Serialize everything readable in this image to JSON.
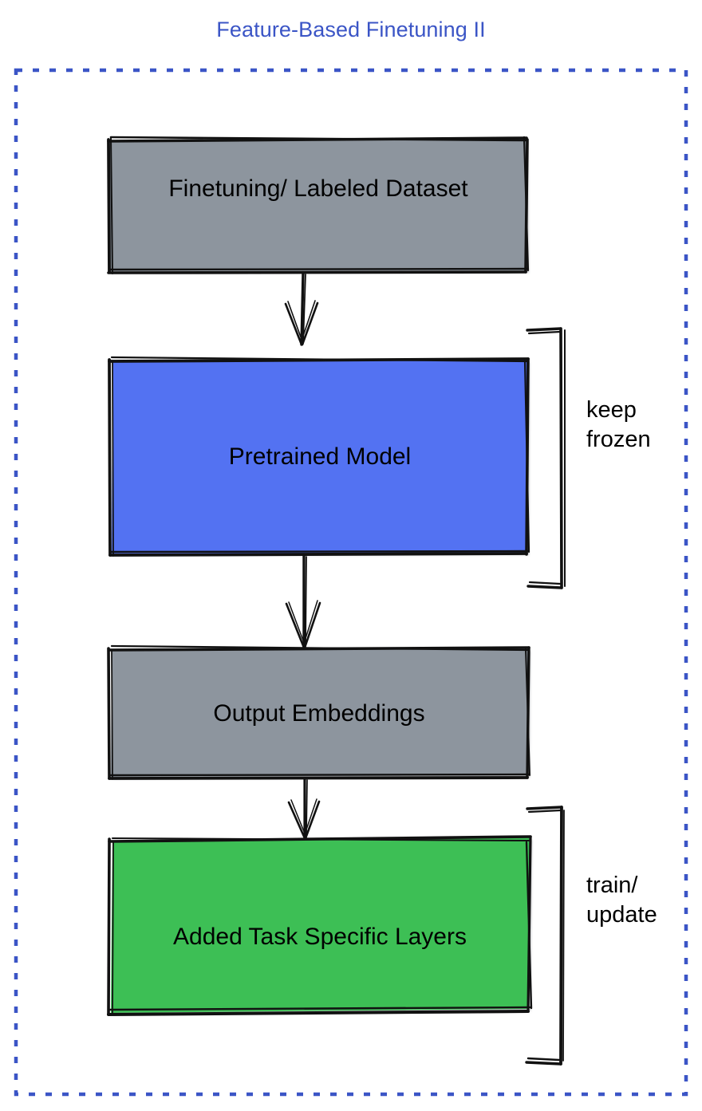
{
  "title": "Feature-Based Finetuning II",
  "colors": {
    "title_blue": "#3B55C6",
    "dashed_border_blue": "#3B55C6",
    "gray_fill": "#8D959E",
    "blue_fill": "#5272F2",
    "green_fill": "#3CBF54",
    "stroke_black": "#000000",
    "text_black": "#000000",
    "background": "#FFFFFF"
  },
  "nodes": [
    {
      "id": "dataset",
      "label": "Finetuning/ Labeled Dataset",
      "fill": "gray"
    },
    {
      "id": "pretrained-model",
      "label": "Pretrained Model",
      "fill": "blue"
    },
    {
      "id": "output-embeddings",
      "label": "Output Embeddings",
      "fill": "gray"
    },
    {
      "id": "task-layers",
      "label": "Added Task Specific Layers",
      "fill": "green"
    }
  ],
  "annotations": [
    {
      "id": "keep-frozen",
      "label": "keep\nfrozen",
      "target": "pretrained-model"
    },
    {
      "id": "train-update",
      "label": "train/\nupdate",
      "target": "task-layers"
    }
  ],
  "connectors": [
    {
      "id": "arrow-dataset-to-model",
      "from": "dataset",
      "to": "pretrained-model",
      "style": "arrow-down"
    },
    {
      "id": "arrow-model-to-embeddings",
      "from": "pretrained-model",
      "to": "output-embeddings",
      "style": "arrow-down"
    },
    {
      "id": "arrow-embeddings-to-layers",
      "from": "output-embeddings",
      "to": "task-layers",
      "style": "arrow-down"
    }
  ],
  "container": {
    "id": "dashed-frame",
    "border_style": "dashed"
  }
}
